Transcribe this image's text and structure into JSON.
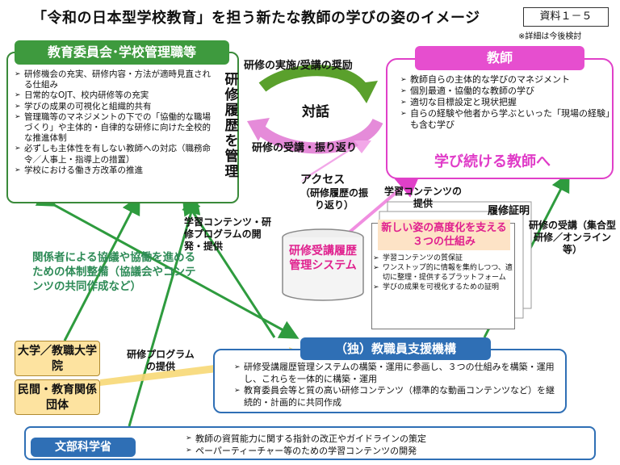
{
  "title": "「令和の日本型学校教育」を担う新たな教師の学びの姿のイメージ",
  "doc_id": "資料１－５",
  "doc_note": "※詳細は今後検討",
  "board": {
    "header": "教育委員会･学校管理職等",
    "items": [
      "研修機会の充実、研修内容・方法が適時見直される仕組み",
      "日常的なOJT、校内研修等の充実",
      "学びの成果の可視化と組織的共有",
      "管理職等のマネジメントの下での「協働的な職場づくり」や主体的・自律的な研修に向けた全校的な推進体制",
      "必ずしも主体性を有しない教師への対応（職務命令／人事上・指導上の措置）",
      "学校における働き方改革の推進"
    ],
    "vertical_label": "研修履歴を管理"
  },
  "teacher": {
    "header": "教師",
    "items": [
      "教師自らの主体的な学びのマネジメント",
      "個別最適・協働的な教師の学び",
      "適切な目標設定と現状把握",
      "自らの経験や他者から学ぶといった「現場の経験」も含む学び"
    ],
    "tagline": "学び続ける教師へ"
  },
  "cycle": {
    "top_label": "研修の実施/受講の奨励",
    "center_label": "対話",
    "bottom_label": "研修の受講・振り返り"
  },
  "access": {
    "title": "アクセス",
    "sub": "（研修履歴の振り返り）"
  },
  "system": "研修受講履歴管理システム",
  "labels": {
    "content_dev": "学習コンテンツ・研修プログラムの開発・提供",
    "content_provide": "学習コンテンツの提供",
    "cert": "履修証明",
    "attend": "研修の受講（集合型研修／オンライン等）",
    "program_provide": "研修プログラムの提供"
  },
  "consultation": "関係者による協議や協働を進めるための体制整備（協議会やコンテンツの共同作成など）",
  "mechanisms": {
    "title": "新しい姿の高度化を支える３つの仕組み",
    "items": [
      "学習コンテンツの質保証",
      "ワンストップ的に情報を集約しつつ、適切に整理・提供するプラットフォーム",
      "学びの成果を可視化するための証明"
    ]
  },
  "univ": "大学／教職大学院",
  "private": "民間・教育関係団体",
  "nits": {
    "header": "（独）教職員支援機構",
    "items": [
      "研修受講履歴管理システムの構築・運用に参画し、３つの仕組みを構築・運用し、これらを一体的に構築・運用",
      "教育委員会等と質の高い研修コンテンツ（標準的な動画コンテンツなど）を継続的・計画的に共同作成"
    ]
  },
  "mext": {
    "header": "文部科学省",
    "items": [
      "教師の資質能力に関する指針の改正やガイドラインの策定",
      "ペーパーティーチャー等のための学習コンテンツの開発"
    ]
  },
  "colors": {
    "green": "#3e9a3e",
    "pink": "#e64ecf",
    "blue": "#2f6fb5",
    "yellow": "#fde3a0"
  }
}
